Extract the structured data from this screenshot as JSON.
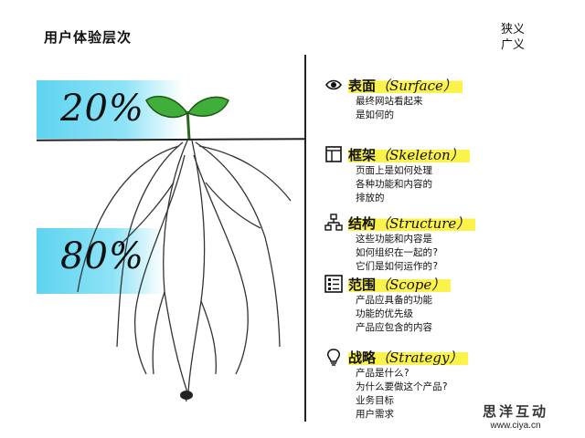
{
  "title": "用户体验层次",
  "scope": {
    "narrow": "狭义",
    "broad": "广义"
  },
  "percent_top": "20%",
  "percent_bottom": "80%",
  "layers": [
    {
      "icon": "eye-icon",
      "title_cn": "表面",
      "title_en": "（Surface）",
      "lines": [
        "最终网站看起来",
        "是如何的"
      ]
    },
    {
      "icon": "frame-icon",
      "title_cn": "框架",
      "title_en": "（Skeleton）",
      "lines": [
        "页面上是如何处理",
        "各种功能和内容的",
        "排放的"
      ]
    },
    {
      "icon": "hierarchy-icon",
      "title_cn": "结构",
      "title_en": "（Structure）",
      "lines": [
        "这些功能和内容是",
        "如何组织在一起的?",
        "它们是如何运作的?"
      ]
    },
    {
      "icon": "list-icon",
      "title_cn": "范围",
      "title_en": "（Scope）",
      "lines": [
        "产品应具备的功能",
        "功能的优先级",
        "产品应包含的内容"
      ]
    },
    {
      "icon": "lightbulb-icon",
      "title_cn": "战略",
      "title_en": "（Strategy）",
      "lines": [
        "产品是什么?",
        "为什么要做这个产品?",
        "业务目标",
        "用户需求"
      ]
    }
  ],
  "watermark": {
    "name": "思洋互动",
    "url": "www.ciya.cn"
  },
  "colors": {
    "highlight": "#fbf24a",
    "band": "#5fd3f0",
    "leaf": "#3fae3a"
  }
}
